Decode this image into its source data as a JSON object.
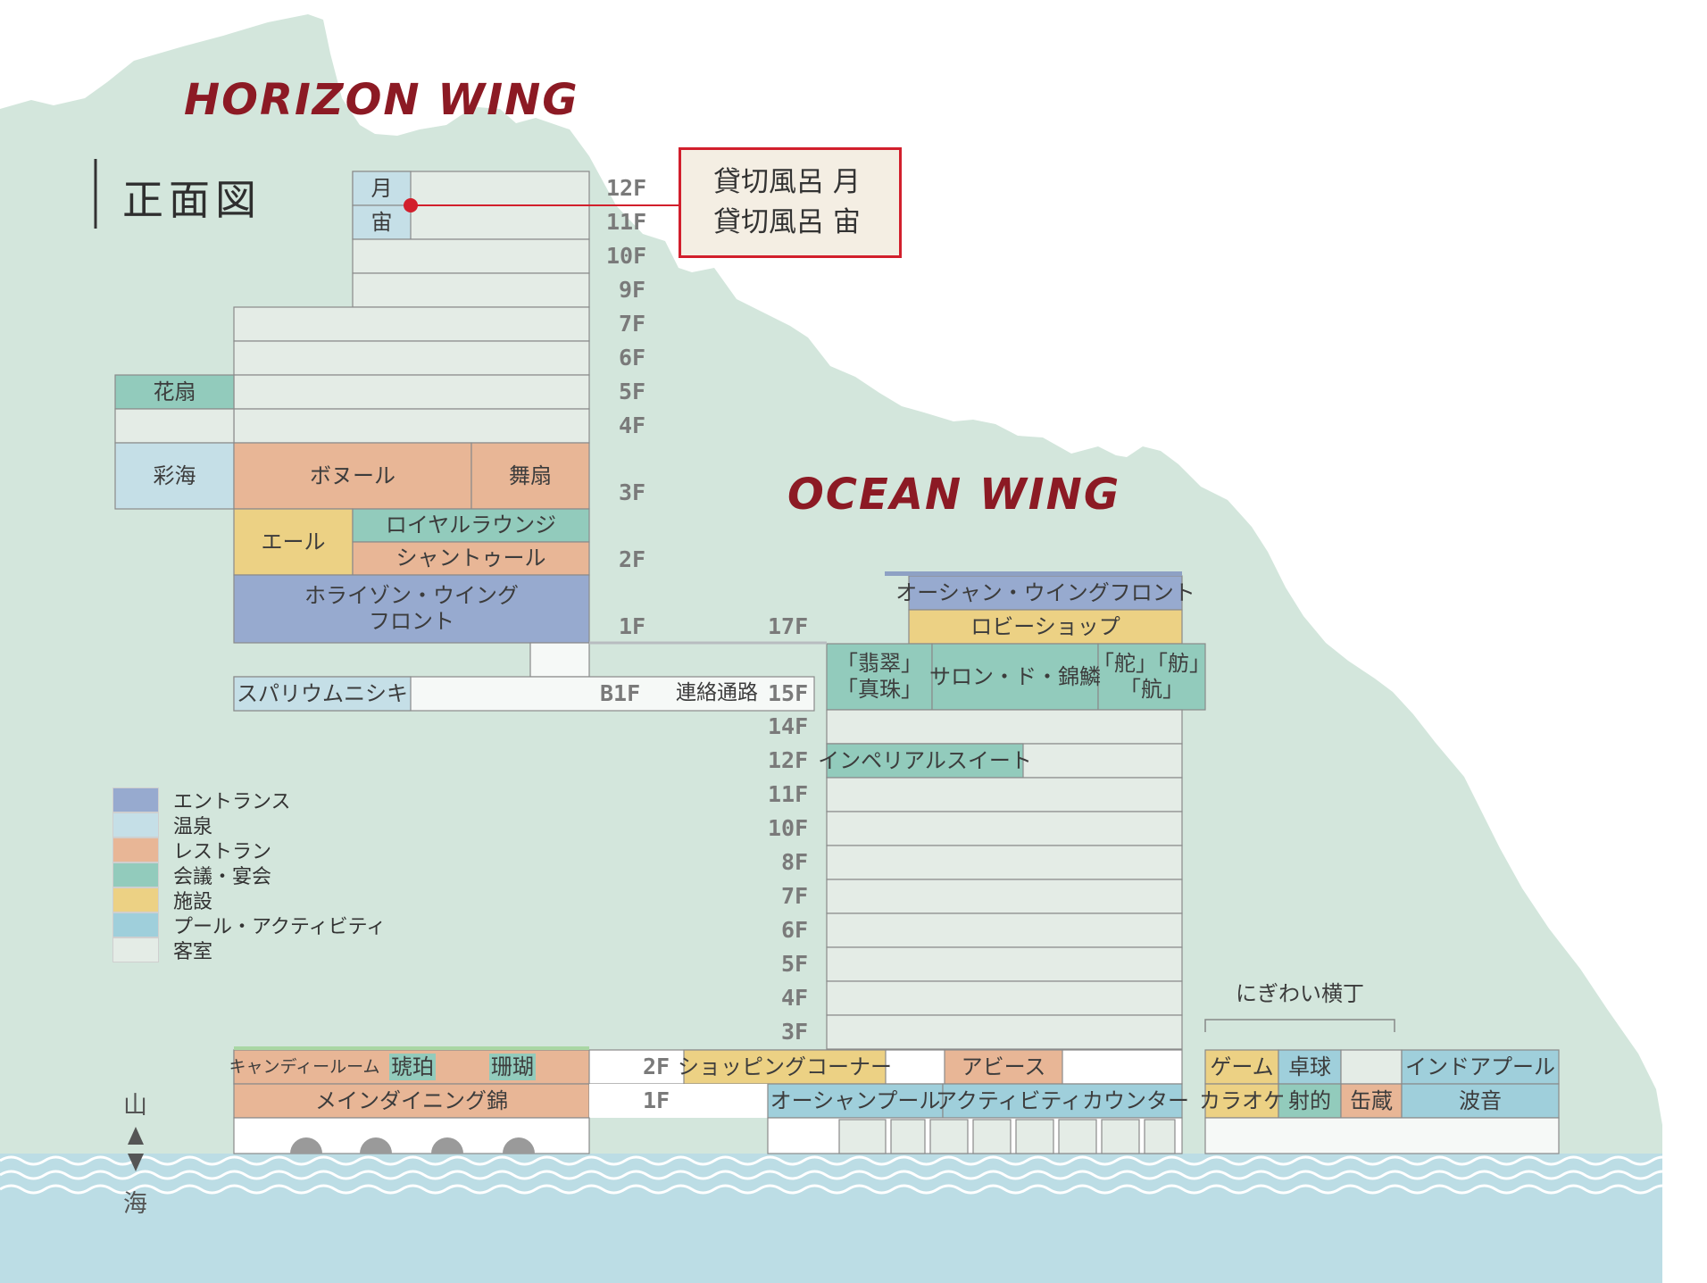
{
  "title": "正面図",
  "wings": {
    "horizon": "HORIZON WING",
    "ocean": "OCEAN WING"
  },
  "callout": {
    "line1": "貸切風呂 月",
    "line2": "貸切風呂 宙"
  },
  "colors": {
    "entrance": "#97aacf",
    "onsen": "#c5dfe7",
    "restaurant": "#e8b696",
    "meeting": "#92cbbc",
    "facility": "#ecd184",
    "pool": "#9fcfdb",
    "room": "#e4ece6",
    "mountain": "#d3e6dc",
    "sea": "#bcdde5",
    "accent": "#d21f2c",
    "brand": "#8c1a24"
  },
  "legend": [
    {
      "key": "entrance",
      "label": "エントランス"
    },
    {
      "key": "onsen",
      "label": "温泉"
    },
    {
      "key": "restaurant",
      "label": "レストラン"
    },
    {
      "key": "meeting",
      "label": "会議・宴会"
    },
    {
      "key": "facility",
      "label": "施設"
    },
    {
      "key": "pool",
      "label": "プール・アクティビティ"
    },
    {
      "key": "room",
      "label": "客室"
    }
  ],
  "horizon_floors": [
    "12F",
    "11F",
    "10F",
    "9F",
    "7F",
    "6F",
    "5F",
    "4F",
    "3F",
    "2F",
    "1F",
    "B1F"
  ],
  "ocean_floors": [
    "17F",
    "15F",
    "14F",
    "12F",
    "11F",
    "10F",
    "8F",
    "7F",
    "6F",
    "5F",
    "4F",
    "3F"
  ],
  "base_floors": [
    "2F",
    "1F"
  ],
  "connector": "連絡通路",
  "rooms": {
    "tsuki": "月",
    "sora": "宙",
    "ougi": "花扇",
    "saikai": "彩海",
    "bonnoor": "ボヌール",
    "maiougi": "舞扇",
    "ale": "エール",
    "royal_lounge": "ロイヤルラウンジ",
    "chantour": "シャントゥール",
    "horizon_front": [
      "ホライゾン・ウイング",
      "フロント"
    ],
    "spa": "スパリウムニシキ",
    "ocean_front": "オーシャン・ウイングフロント",
    "lobby_shop": "ロビーショップ",
    "hisui": [
      "「翡翠」",
      "「真珠」"
    ],
    "salon": "サロン・ド・錦鱗",
    "kaji": [
      "「舵」「舫」",
      "「航」"
    ],
    "imperial": "インペリアルスイート",
    "candy": "キャンディールーム",
    "kohaku": "琥珀",
    "sango": "珊瑚",
    "main_dining": "メインダイニング錦",
    "shopping": "ショッピングコーナー",
    "abyss": "アビース",
    "ocean_pool": "オーシャンプール",
    "activity": "アクティビティカウンター",
    "nigiwai": "にぎわい横丁",
    "game": "ゲーム",
    "pingpong": "卓球",
    "indoor_pool": "インドアプール",
    "karaoke": "カラオケ",
    "shateki": "射的",
    "kanzou": "缶蔵",
    "naminone": "波音"
  },
  "mountain_label": "山",
  "sea_label": "海"
}
